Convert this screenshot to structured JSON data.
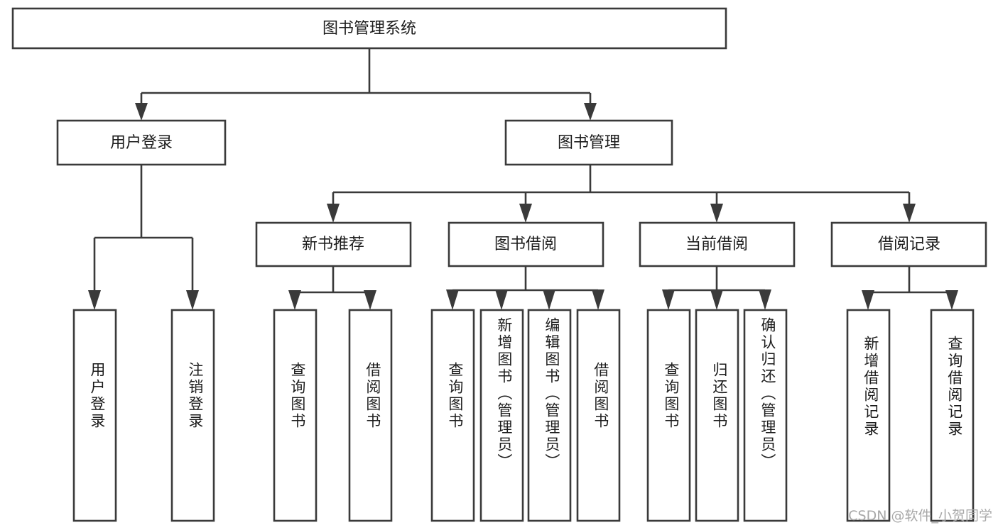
{
  "diagram": {
    "type": "tree",
    "title": "图书管理系统",
    "watermark": "CSDN @软件_小贺同学",
    "colors": {
      "stroke": "#3a3a3a",
      "box_fill": "#ffffff",
      "text": "#1c1c1c",
      "watermark": "#a8a8a8",
      "background": "#ffffff"
    },
    "root": {
      "label": "图书管理系统"
    },
    "level2": [
      {
        "label": "用户登录"
      },
      {
        "label": "图书管理"
      }
    ],
    "level3": [
      {
        "label": "新书推荐"
      },
      {
        "label": "图书借阅"
      },
      {
        "label": "当前借阅"
      },
      {
        "label": "借阅记录"
      }
    ],
    "leaves": {
      "user_login": [
        {
          "label": "用户登录"
        },
        {
          "label": "注销登录"
        }
      ],
      "new_book_recommend": [
        {
          "label": "查询图书"
        },
        {
          "label": "借阅图书"
        }
      ],
      "book_borrow": [
        {
          "label": "查询图书"
        },
        {
          "label": "新增图书（管理员）"
        },
        {
          "label": "编辑图书（管理员）"
        },
        {
          "label": "借阅图书"
        }
      ],
      "current_borrow": [
        {
          "label": "查询图书"
        },
        {
          "label": "归还图书"
        },
        {
          "label": "确认归还（管理员）"
        }
      ],
      "borrow_record": [
        {
          "label": "新增借阅记录"
        },
        {
          "label": "查询借阅记录"
        }
      ]
    }
  }
}
